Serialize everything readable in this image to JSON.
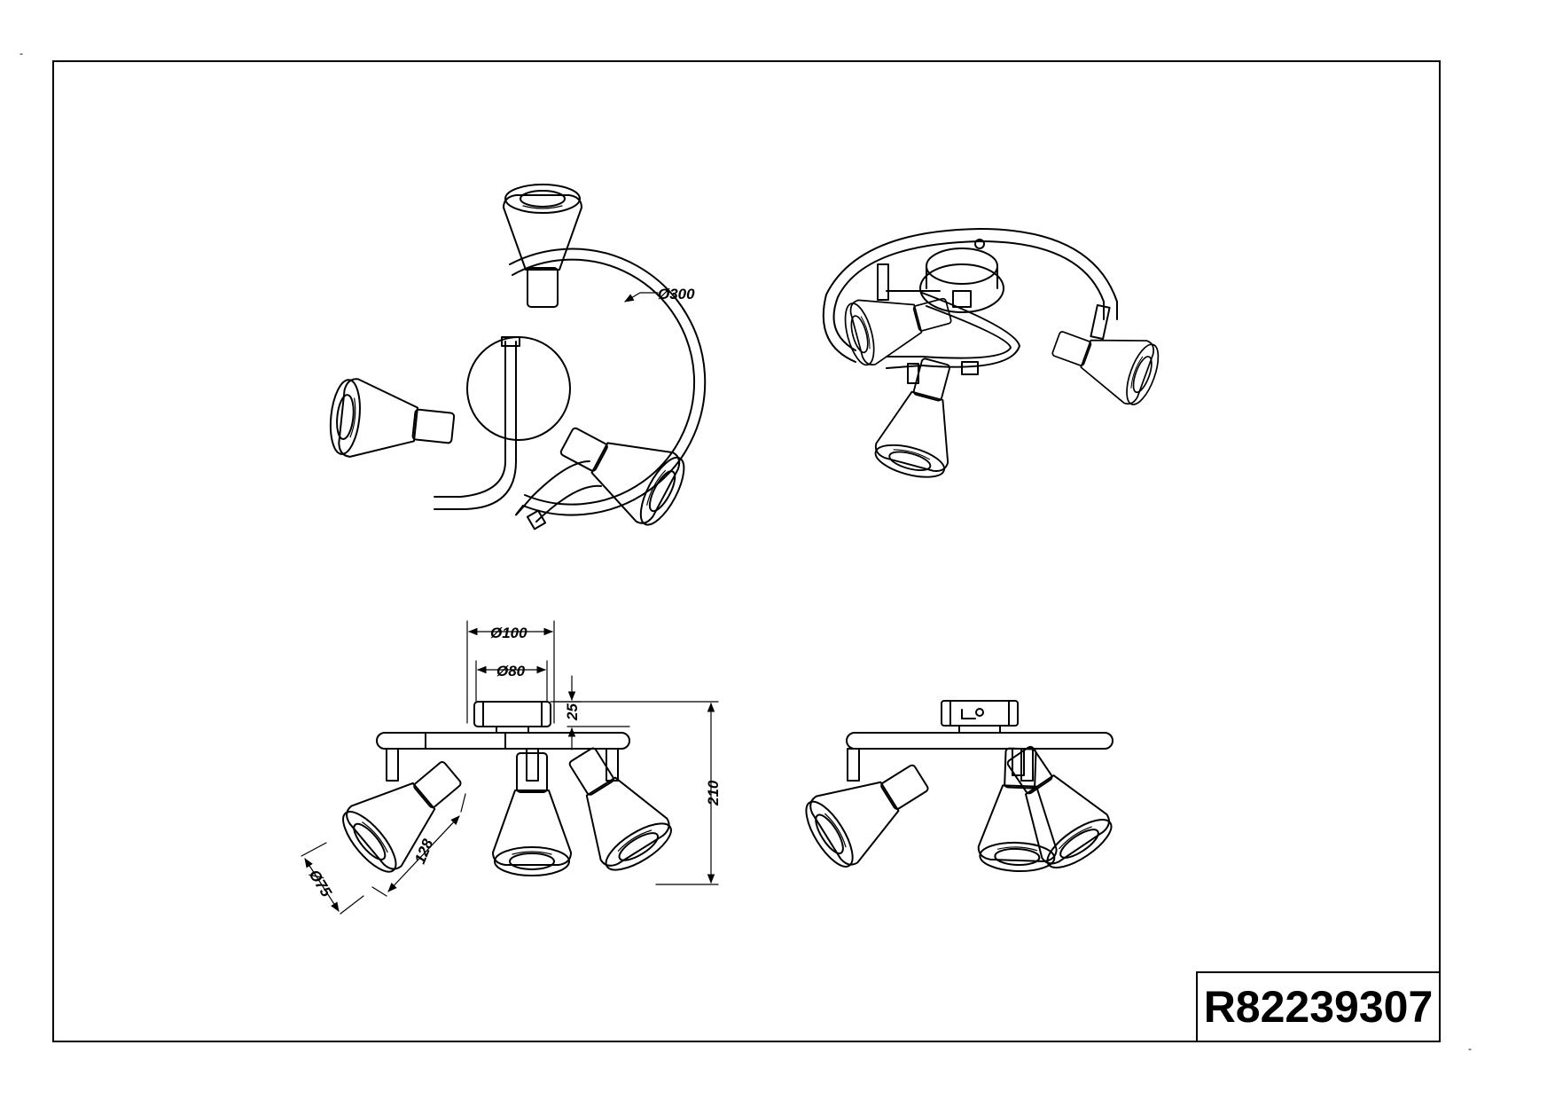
{
  "product_code": "R82239307",
  "corner_marks": [
    "-",
    "-"
  ],
  "dimensions": {
    "ring_diameter": "Ø300",
    "canopy_outer_diameter": "Ø100",
    "canopy_inner_diameter": "Ø80",
    "canopy_height": "25",
    "total_height": "210",
    "shade_length": "128",
    "shade_diameter": "Ø75"
  },
  "views": [
    "top-view",
    "perspective-view",
    "front-view",
    "side-view"
  ]
}
